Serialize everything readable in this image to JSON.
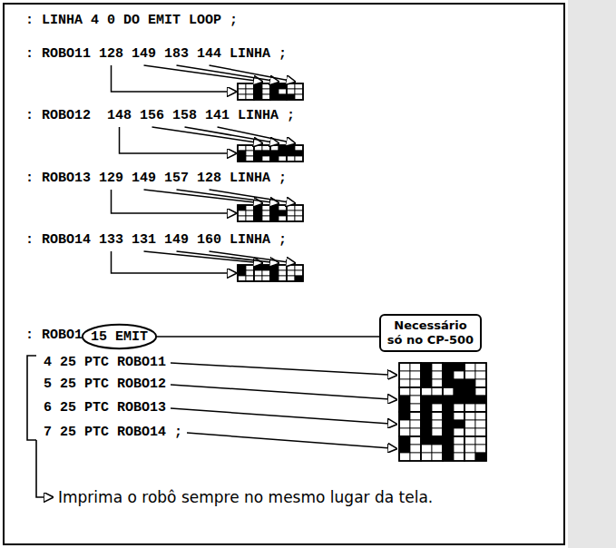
{
  "diagram": {
    "nodes": [
      {
        "text": [
          "Necessário só no CP-500"
        ]
      },
      {
        "text": [
          "15 EMIT"
        ]
      }
    ],
    "edges": [
      {
        "from": 1,
        "to": 0,
        "arrow": "none"
      }
    ],
    "labels": [
      ": LINHA 4 0 DO EMIT LOOP ;",
      ": ROBO11 128 149 183 144 LINHA ;",
      ": ROBO12  148 156 158 141 LINHA ;",
      ": ROBO13 129 149 157 128 LINHA ;",
      ": ROBO14 133 131 149 160 LINHA ;",
      ": ROBO1",
      "4 25 PTC ROBO11",
      "5 25 PTC ROBO12",
      "6 25 PTC ROBO13",
      "7 25 PTC ROBO14 ;",
      "Imprima o robô sempre no mesmo lugar da tela."
    ]
  }
}
